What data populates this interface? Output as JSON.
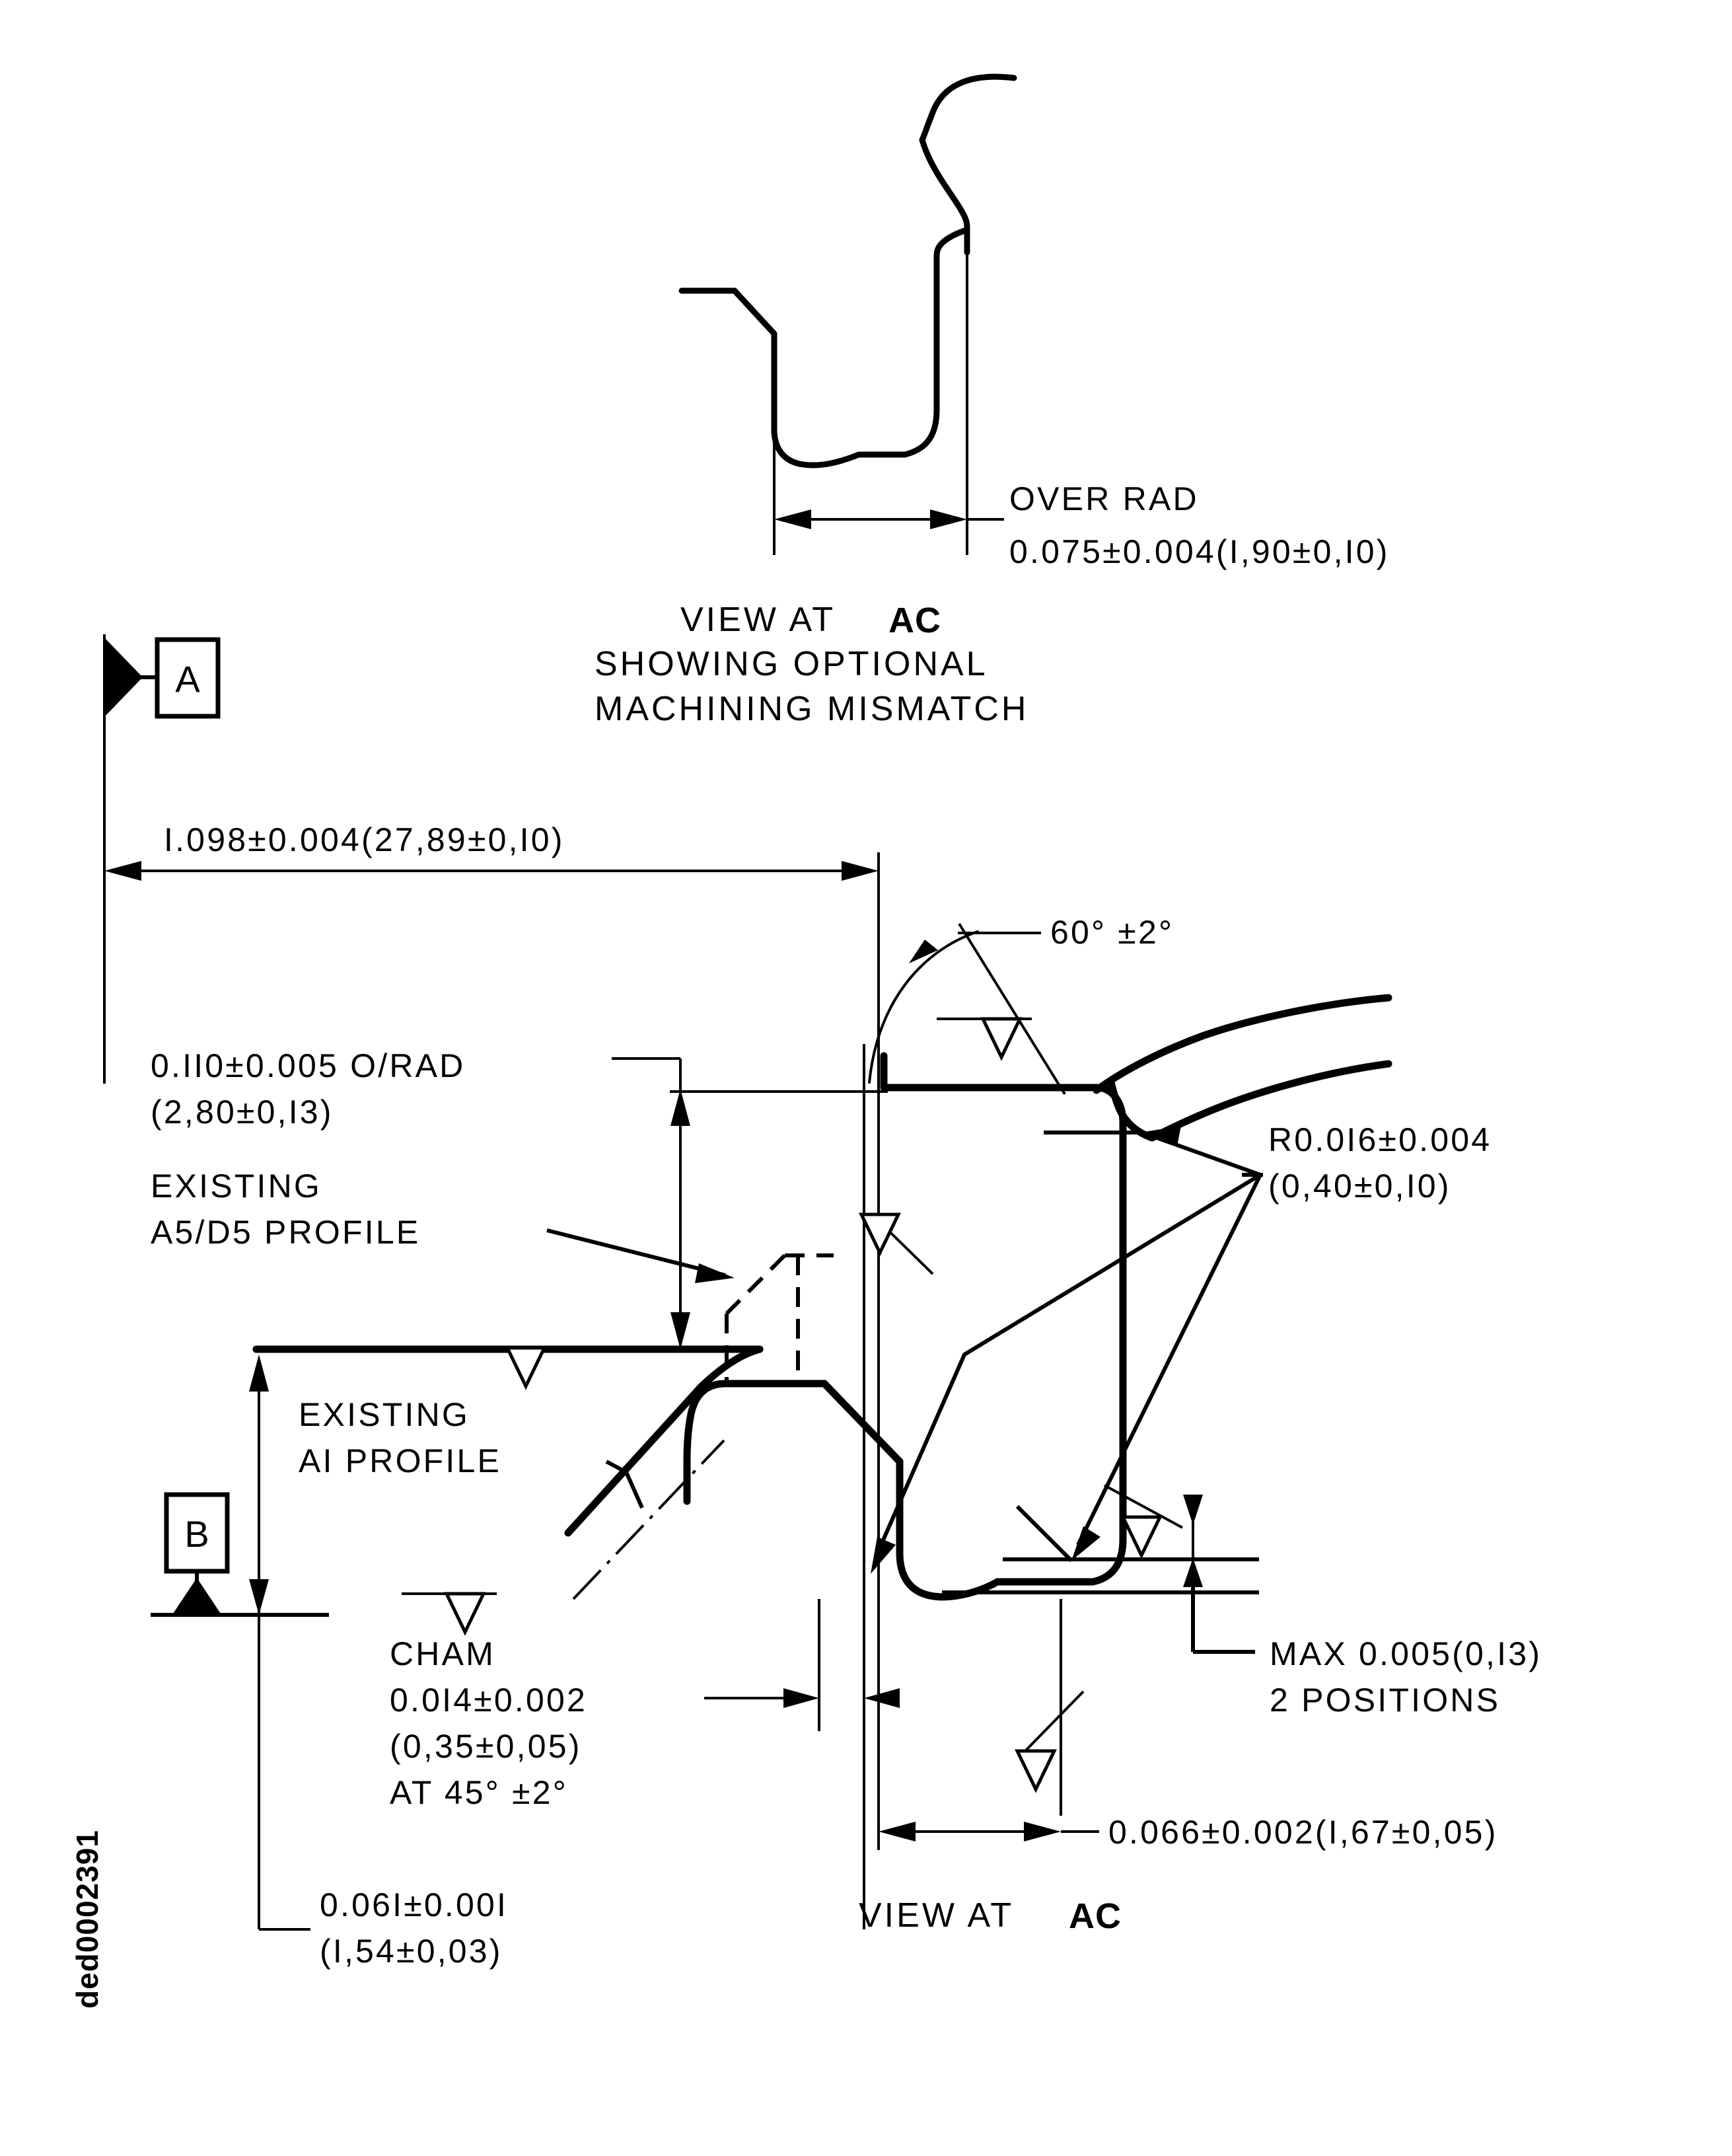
{
  "sheet": {
    "background": "#ffffff",
    "ink": "#000000",
    "drawing_number": "ded0002391"
  },
  "views": {
    "top": {
      "title_prefix": "VIEW AT ",
      "title_ref": "AC",
      "subtitle_line1": "SHOWING OPTIONAL",
      "subtitle_line2": "MACHINING MISMATCH"
    },
    "bottom": {
      "title_prefix": "VIEW AT ",
      "title_ref": "AC"
    }
  },
  "datums": [
    {
      "id": "A",
      "label": "A"
    },
    {
      "id": "B",
      "label": "B"
    }
  ],
  "callouts": {
    "over_rad": {
      "line1": "OVER RAD",
      "line2": "0.075±0.004(I,90±0,I0)"
    },
    "overall_width": {
      "line1": "I.098±0.004(27,89±0,I0)"
    },
    "angle_60": {
      "line1": "60° ±2°"
    },
    "o_rad_110": {
      "line1": "0.II0±0.005 O/RAD",
      "line2": "(2,80±0,I3)"
    },
    "existing_a5d5": {
      "line1": "EXISTING",
      "line2": "A5/D5 PROFILE"
    },
    "existing_a1": {
      "line1": "EXISTING",
      "line2": "AI PROFILE"
    },
    "radius_016": {
      "line1": "R0.0I6±0.004",
      "line2": "(0,40±0,I0)"
    },
    "cham": {
      "line1": "CHAM",
      "line2": "0.0I4±0.002",
      "line3": "(0,35±0,05)",
      "line4": "AT 45° ±2°"
    },
    "max_flat": {
      "line1": "MAX 0.005(0,I3)",
      "line2": "2 POSITIONS"
    },
    "width_066": {
      "line1": "0.066±0.002(I,67±0,05)"
    },
    "height_061": {
      "line1": "0.06I±0.00I",
      "line2": "(I,54±0,03)"
    }
  }
}
